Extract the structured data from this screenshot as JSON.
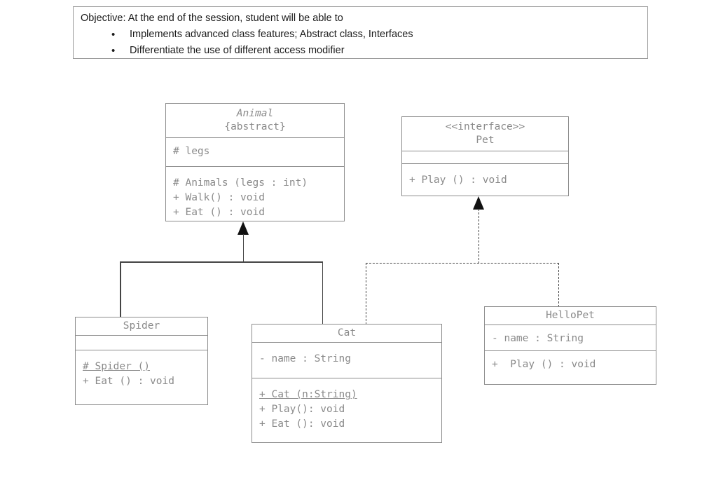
{
  "objective": {
    "title": "Objective: At the end of the session, student will be able to",
    "bullet_glyph": "•",
    "items": [
      "Implements advanced class features; Abstract class, Interfaces",
      "Differentiate the use of different access modifier"
    ]
  },
  "diagram": {
    "type": "uml-class-diagram",
    "colors": {
      "box_border": "#8c8c8c",
      "box_text": "#8a8a8a",
      "connector": "#444444",
      "objective_border": "#9a9a9a",
      "objective_text": "#1a1a1a",
      "background": "#ffffff"
    },
    "classes": [
      {
        "key": "animal",
        "name": "Animal",
        "name_italic": true,
        "stereotype": "{abstract}",
        "attributes": [
          "# legs"
        ],
        "methods": [
          "# Animals (legs : int)",
          "+ Walk() : void",
          "+ Eat () : void"
        ],
        "method_italic_index": 2
      },
      {
        "key": "pet",
        "name": "Pet",
        "stereotype": "<<interface>>",
        "attributes": [],
        "methods": [
          "+ Play () : void"
        ]
      },
      {
        "key": "spider",
        "name": "Spider",
        "attributes": [],
        "methods": [
          "# Spider ()",
          "+ Eat () : void"
        ],
        "method_underline_index": 0
      },
      {
        "key": "cat",
        "name": "Cat",
        "attributes": [
          "- name : String"
        ],
        "methods": [
          "+ Cat (n:String)",
          "+ Play(): void",
          "+ Eat (): void"
        ],
        "method_underline_index": 0
      },
      {
        "key": "hellopet",
        "name": "HelloPet",
        "attributes": [
          "- name : String"
        ],
        "methods": [
          "+  Play () : void"
        ]
      }
    ],
    "relationships": [
      {
        "from": "Spider",
        "to": "Animal",
        "kind": "generalization",
        "style": "solid"
      },
      {
        "from": "Cat",
        "to": "Animal",
        "kind": "generalization",
        "style": "solid"
      },
      {
        "from": "Cat",
        "to": "Pet",
        "kind": "realization",
        "style": "dashed"
      },
      {
        "from": "HelloPet",
        "to": "Pet",
        "kind": "realization",
        "style": "dashed"
      }
    ]
  }
}
